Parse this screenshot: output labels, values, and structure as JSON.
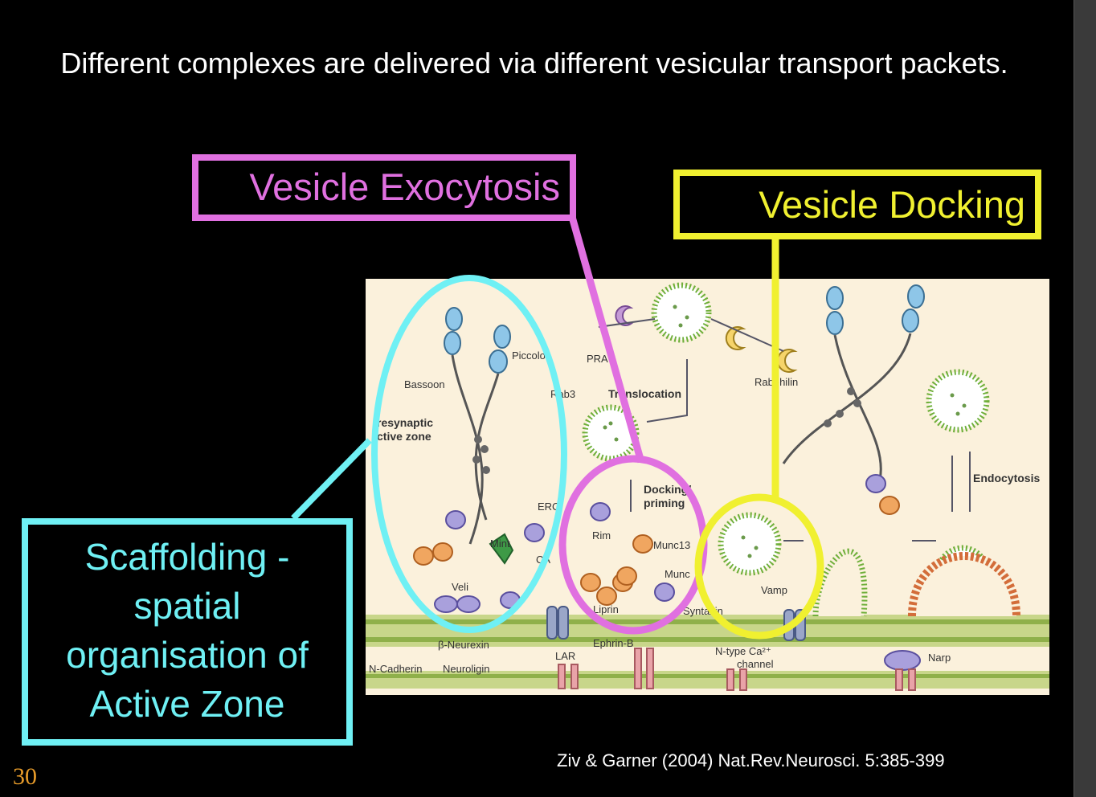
{
  "slide": {
    "title": "Different complexes are delivered via different vesicular transport packets.",
    "page_number": "30",
    "citation": "Ziv & Garner (2004) Nat.Rev.Neurosci. 5:385-399"
  },
  "callouts": {
    "exocytosis": "Vesicle Exocytosis",
    "docking": "Vesicle Docking",
    "scaffolding": "Scaffolding   -\nspatial\norganisation of\nActive Zone"
  },
  "colors": {
    "exocytosis": "#e070e0",
    "docking": "#f0f030",
    "scaffolding": "#6ff0f4"
  },
  "figure_labels": {
    "piccolo": "Piccolo",
    "bassoon": "Bassoon",
    "presynaptic_active_zone_1": "resynaptic",
    "presynaptic_active_zone_2": "ctive zone",
    "pra": "PRA",
    "rab3": "Rab3",
    "translocation": "Translocation",
    "rabphilin": "Rabphilin",
    "erc": "ERC",
    "docking_priming_1": "Docking/",
    "docking_priming_2": "priming",
    "rim": "Rim",
    "munc13": "Munc13",
    "munc": "Munc",
    "mint": "Mint",
    "cask": "CA",
    "veli": "Veli",
    "liprin": "Liprin",
    "vamp": "Vamp",
    "syntaxin": "Syntaxin",
    "beta_neurexin": "β-Neurexin",
    "ephrin_b": "Ephrin-B",
    "lar": "LAR",
    "n_cadherin": "N-Cadherin",
    "neuroligin": "Neuroligin",
    "n_type_channel_1": "N-type Ca²⁺",
    "n_type_channel_2": "channel",
    "narp": "Narp",
    "endocytosis": "Endocytosis"
  }
}
